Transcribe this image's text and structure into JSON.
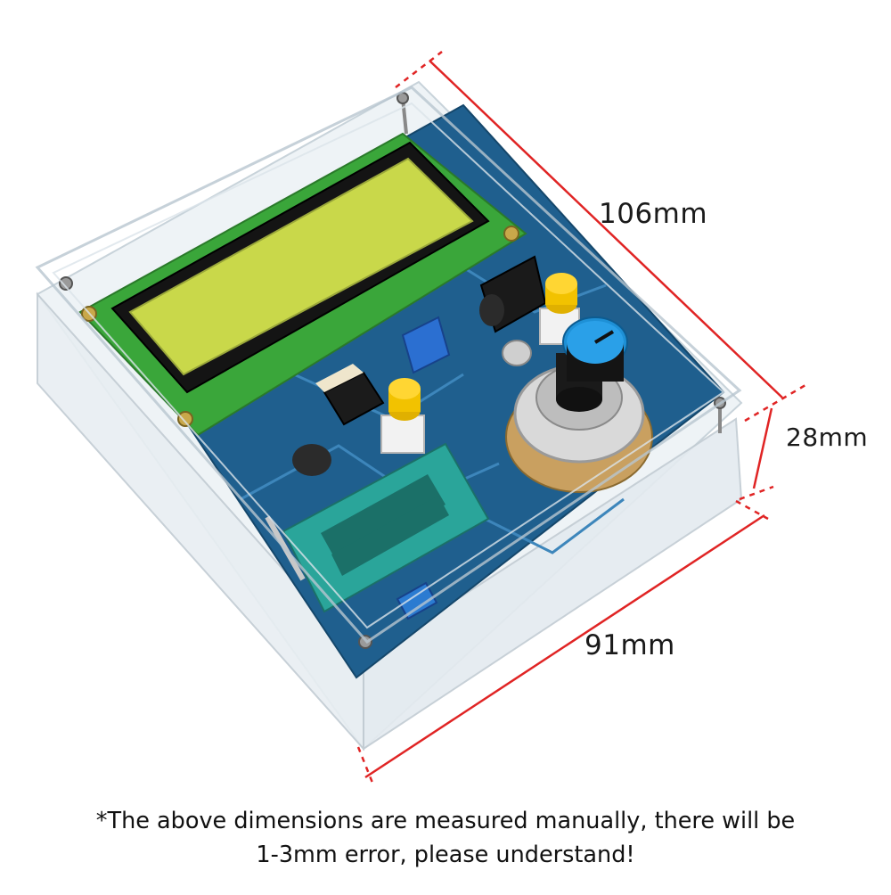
{
  "dimensions": {
    "length": "106mm",
    "height": "28mm",
    "width": "91mm"
  },
  "caption": {
    "line1": "*The above dimensions are measured manually, there will be",
    "line2": "1-3mm error, please understand!"
  },
  "colors": {
    "dimension_line": "#e02424",
    "lcd_screen": "#c9d84a",
    "pcb": "#1f5f8e",
    "zif_socket": "#2aa59a",
    "knob_cap": "#1e90d6",
    "button_cap": "#f2c200"
  }
}
